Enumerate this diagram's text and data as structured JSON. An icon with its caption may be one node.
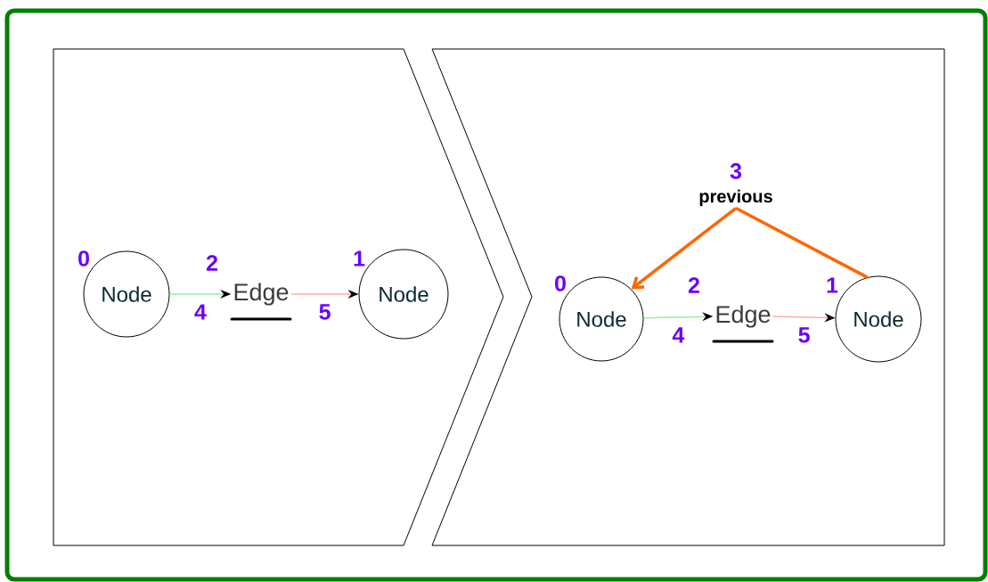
{
  "diagram": {
    "nodes": [
      {
        "text": [],
        "shape": "chevron"
      },
      {
        "text": [
          "Node"
        ],
        "in": 0,
        "beside": [
          "0"
        ]
      },
      {
        "text": [
          "Edge"
        ],
        "in": 0,
        "beside": [
          "2"
        ]
      },
      {
        "text": [
          "Node"
        ],
        "in": 0,
        "beside": [
          "1"
        ]
      },
      {
        "text": [],
        "shape": "chevron"
      },
      {
        "text": [
          "Node"
        ],
        "in": 4,
        "beside": [
          "0"
        ]
      },
      {
        "text": [
          "Edge"
        ],
        "in": 4,
        "beside": [
          "2"
        ]
      },
      {
        "text": [
          "Node"
        ],
        "in": 4,
        "beside": [
          "1"
        ]
      },
      {
        "text": [
          "previous"
        ],
        "in": 4,
        "beside": [
          "3"
        ]
      }
    ],
    "edges": [
      {
        "from": 1,
        "to": 2,
        "arrow": "to",
        "label": "4",
        "color": "#99ee99"
      },
      {
        "from": 2,
        "to": 3,
        "arrow": "to",
        "label": "5",
        "color": "#ffaaaa"
      },
      {
        "from": 5,
        "to": 6,
        "arrow": "to",
        "label": "4",
        "color": "#99ee99"
      },
      {
        "from": 6,
        "to": 7,
        "arrow": "to",
        "label": "5",
        "color": "#ffaaaa"
      },
      {
        "from": 7,
        "to": 8,
        "arrow": "none",
        "style": "thick",
        "color": "#ff6600"
      },
      {
        "from": 8,
        "to": 5,
        "arrow": "to",
        "style": "thick",
        "color": "#ff6600"
      }
    ]
  }
}
